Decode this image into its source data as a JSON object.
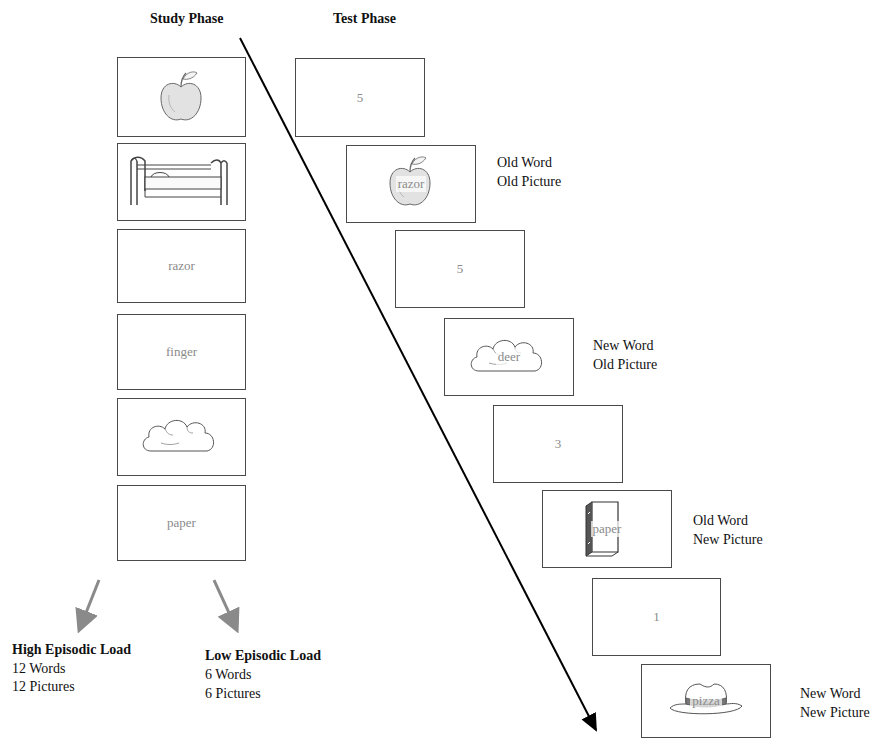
{
  "diagram": {
    "nodes": [
      {
        "text": [
          "razor"
        ]
      },
      {
        "text": [
          "finger"
        ]
      },
      {
        "text": [
          "paper"
        ]
      },
      {
        "text": [
          "5"
        ]
      },
      {
        "text": [
          "razor"
        ]
      },
      {
        "text": [
          "5"
        ]
      },
      {
        "text": [
          "deer"
        ]
      },
      {
        "text": [
          "3"
        ]
      },
      {
        "text": [
          "paper"
        ]
      },
      {
        "text": [
          "1"
        ]
      },
      {
        "text": [
          "pizza"
        ]
      }
    ],
    "labels": [
      "Study Phase",
      "Test Phase",
      "Old Word",
      "Old Picture",
      "New Word",
      "Old Picture",
      "Old Word",
      "New Picture",
      "New Word",
      "New Picture",
      "High Episodic Load",
      "12 Words",
      "12 Pictures",
      "Low Episodic Load",
      "6 Words",
      "6 Pictures"
    ]
  }
}
